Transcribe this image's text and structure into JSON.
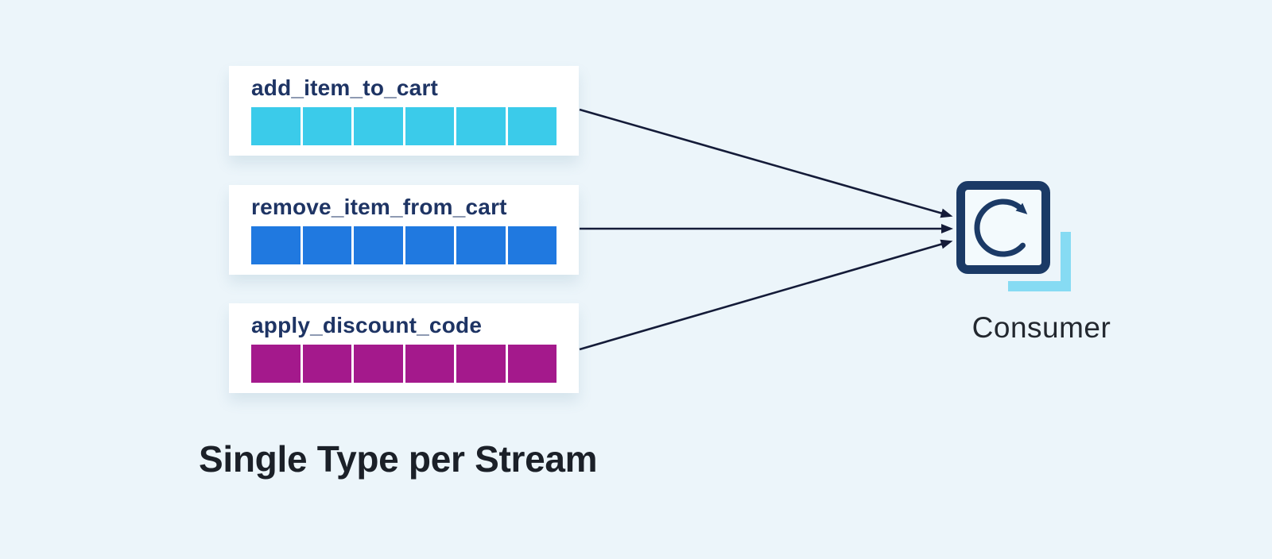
{
  "title": "Single Type per Stream",
  "streams": [
    {
      "label": "add_item_to_cart",
      "color": "#3bcbea",
      "segments": 6
    },
    {
      "label": "remove_item_from_cart",
      "color": "#2079e0",
      "segments": 6
    },
    {
      "label": "apply_discount_code",
      "color": "#a4198c",
      "segments": 6
    }
  ],
  "consumer": {
    "label": "Consumer",
    "icon": "cycle-arrow-icon"
  },
  "colors": {
    "background": "#ecf5fa",
    "card_background": "#ffffff",
    "stream_label_text": "#1e3464",
    "arrow": "#141b38",
    "consumer_icon_navy": "#1b3a66",
    "consumer_icon_accent_cyan": "#86dbf3",
    "title_text": "#1b2028",
    "consumer_label_text": "#23282f"
  }
}
